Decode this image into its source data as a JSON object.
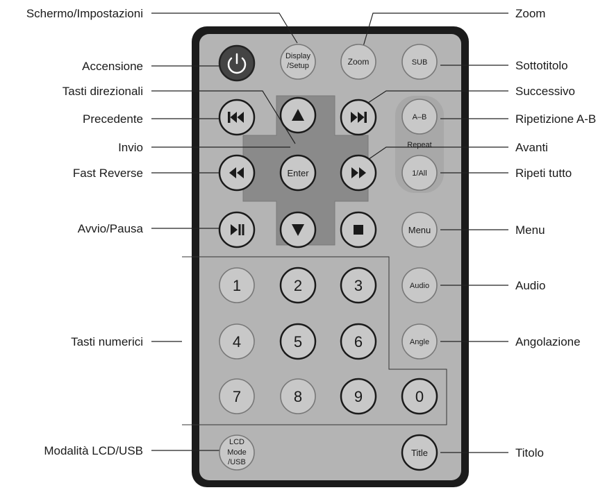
{
  "labels": {
    "schermo": "Schermo/Impostazioni",
    "accensione": "Accensione",
    "tasti_direzionali": "Tasti direzionali",
    "precedente": "Precedente",
    "invio": "Invio",
    "fast_reverse": "Fast Reverse",
    "avvio_pausa": "Avvio/Pausa",
    "tasti_numerici": "Tasti numerici",
    "modalita_lcd": "Modalità LCD/USB",
    "zoom": "Zoom",
    "sottotitolo": "Sottotitolo",
    "successivo": "Successivo",
    "ripetizione_ab": "Ripetizione A-B",
    "avanti": "Avanti",
    "ripeti_tutto": "Ripeti tutto",
    "menu": "Menu",
    "audio": "Audio",
    "angolazione": "Angolazione",
    "titolo": "Titolo"
  },
  "buttons": {
    "display_1": "Display",
    "display_2": "/Setup",
    "zoom": "Zoom",
    "sub": "SUB",
    "ab": "A–B",
    "repeat": "Repeat",
    "one_all": "1/All",
    "enter": "Enter",
    "menu": "Menu",
    "audio": "Audio",
    "angle": "Angle",
    "title": "Title",
    "lcd_1": "LCD",
    "lcd_2": "Mode",
    "lcd_3": "/USB",
    "n1": "1",
    "n2": "2",
    "n3": "3",
    "n4": "4",
    "n5": "5",
    "n6": "6",
    "n7": "7",
    "n8": "8",
    "n9": "9",
    "n0": "0"
  }
}
